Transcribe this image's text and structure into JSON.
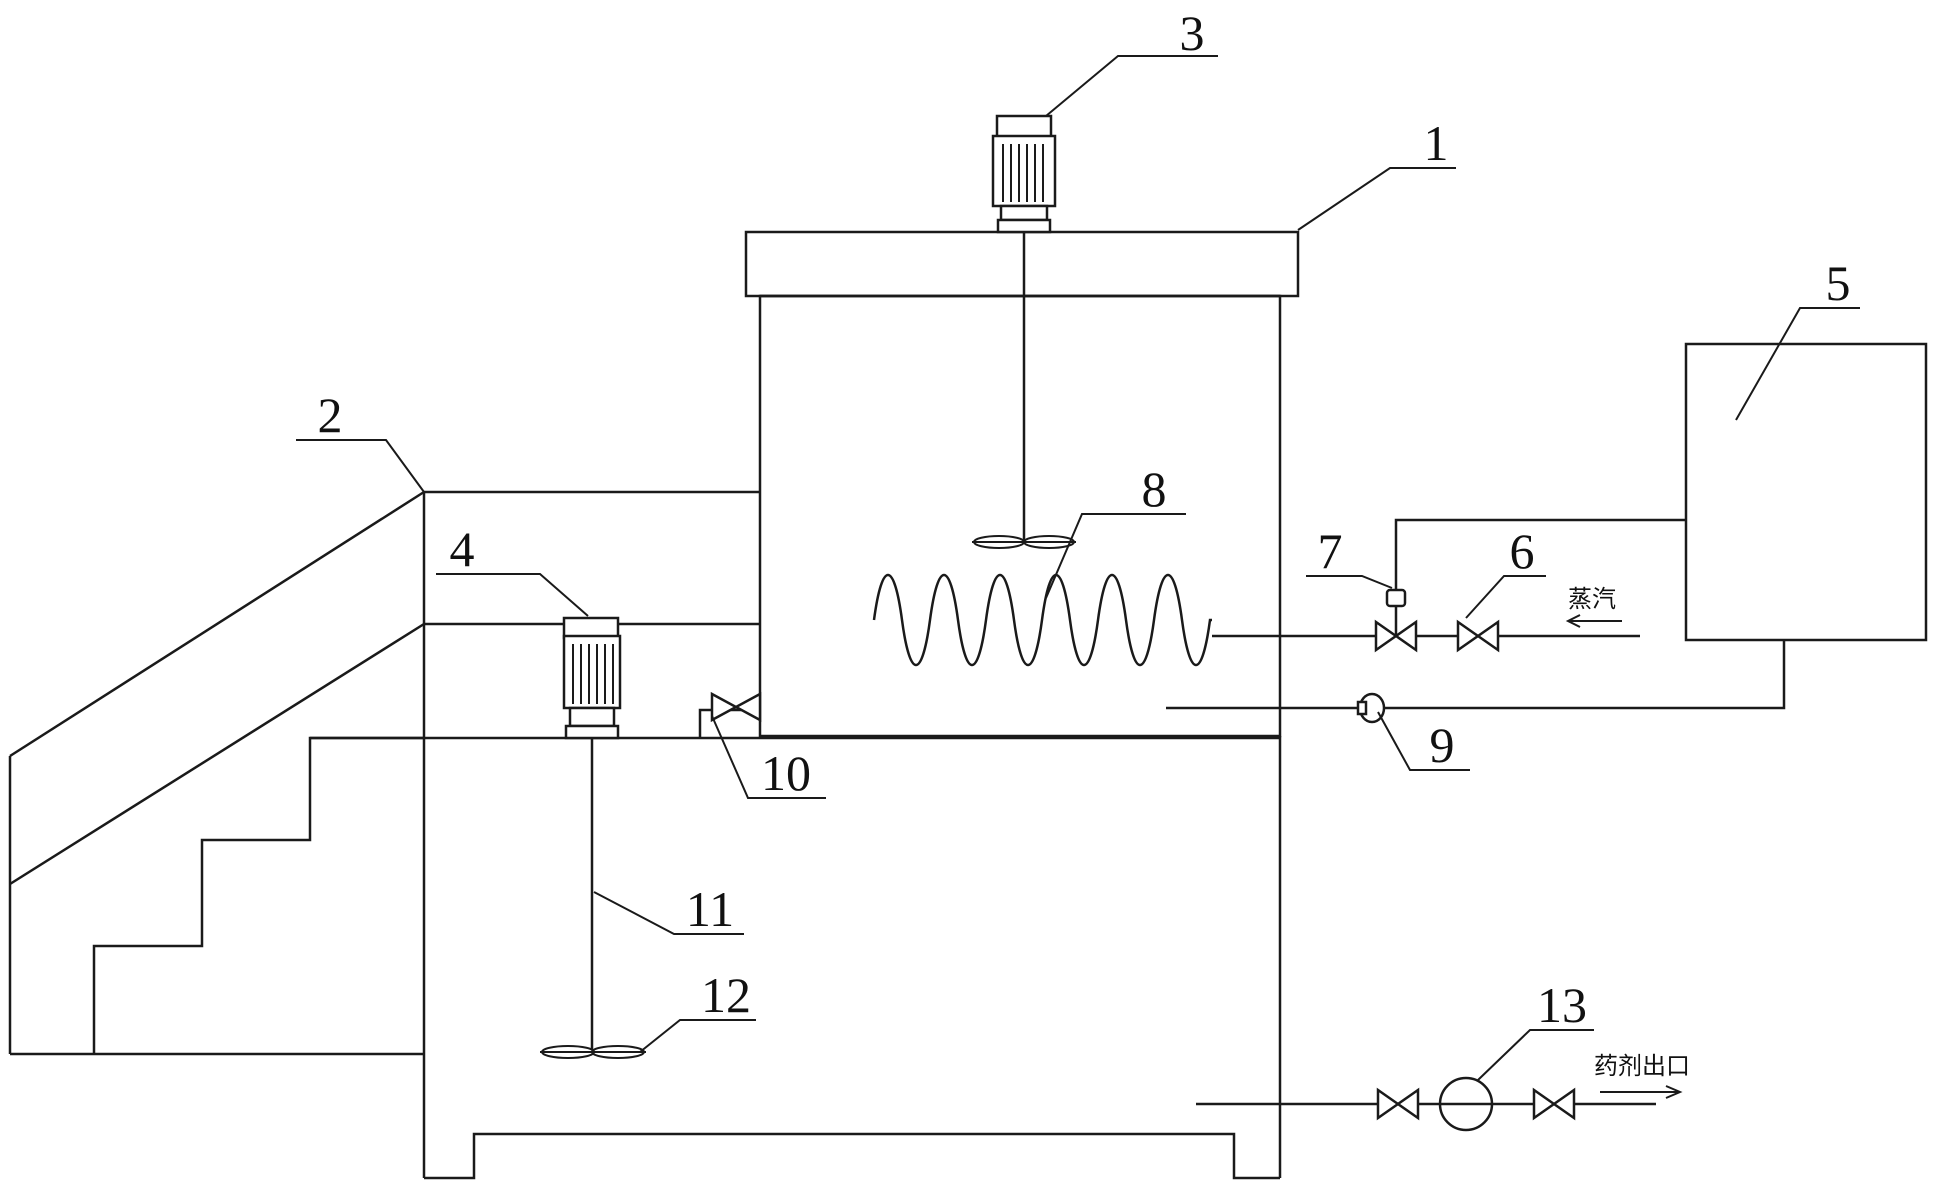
{
  "callouts": [
    "1",
    "2",
    "3",
    "4",
    "5",
    "6",
    "7",
    "8",
    "9",
    "10",
    "11",
    "12",
    "13"
  ],
  "inlet_text": "蒸汽",
  "outlet_text": "药剂出口",
  "colors": {
    "line": "#1a1a1a",
    "background": "#ffffff"
  }
}
